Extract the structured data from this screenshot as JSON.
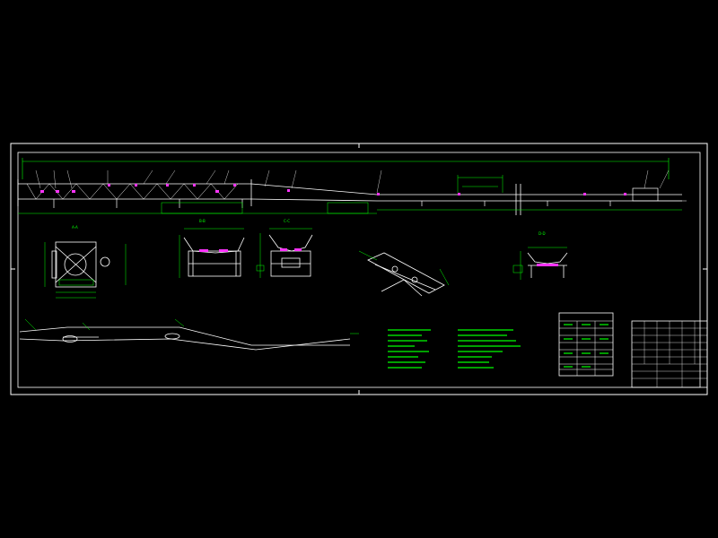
{
  "drawing": {
    "overall_dimension": "",
    "view_labels": {
      "a_a": "A-A",
      "b_b": "B-B",
      "c_c": "C-C",
      "d_d": "D-D"
    },
    "detail_title": "",
    "notes_left_heading": "",
    "notes_right_heading": "",
    "table_heading": "",
    "title_block_name": ""
  },
  "colors": {
    "background": "#000000",
    "frame": "#ffffff",
    "dimension": "#00ff00",
    "section": "#ff33ff",
    "table": "#ffffff"
  }
}
